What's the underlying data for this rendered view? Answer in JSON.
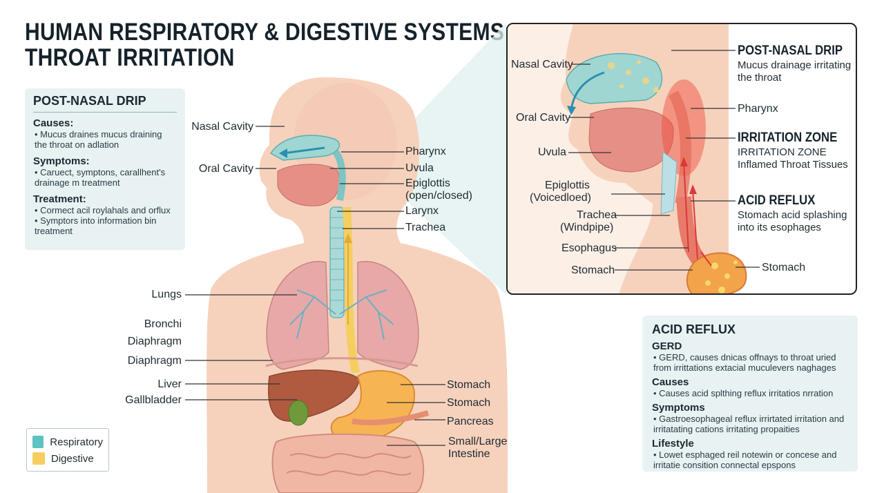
{
  "title": {
    "line1": "HUMAN RESPIRATORY & DIGESTIVE SYSTEMS:",
    "line2": "THROAT IRRITATION"
  },
  "pnd_card": {
    "heading": "POST-NASAL DRIP",
    "causes_label": "Causes:",
    "causes_text": "• Mucus draines mucus draining the throat on adlation",
    "symptoms_label": "Symptoms:",
    "symptoms_text": "• Caruect, symptons, carallhent's drainage m treatment",
    "treatment_label": "Treatment:",
    "treatment_text_1": "• Cormect acil roylahals and orflux",
    "treatment_text_2": "• Symptors into information bin treatment"
  },
  "acid_card": {
    "heading": "ACID REFLUX",
    "gerd_label": "GERD",
    "gerd_text": "• GERD, causes dnicas offnays to throat uried from irrittations extacial muculevers naghages",
    "causes_label": "Causes",
    "causes_text": "• Causes acid splthing reflux irritatios nrration",
    "symptoms_label": "Symptoms",
    "symptoms_text": "• Gastroesophageal reflux irrirtated irritation and irritatating cations irritating propaities",
    "lifestyle_label": "Lifestyle",
    "lifestyle_text": "• Lowet esphaged reil notewin or concese and irritatie consition connectal epspons"
  },
  "legend": {
    "items": [
      {
        "label": "Respiratory",
        "color": "#5ec3c2"
      },
      {
        "label": "Digestive",
        "color": "#f4cf60"
      }
    ]
  },
  "body_labels": {
    "nasal_cavity": "Nasal Cavity",
    "oral_cavity": "Oral Cavity",
    "pharynx": "Pharynx",
    "uvula": "Uvula",
    "epiglottis_1": "Epiglottis",
    "epiglottis_2": "(open/closed)",
    "larynx": "Larynx",
    "trachea": "Trachea",
    "lungs": "Lungs",
    "bronchi": "Bronchi",
    "diaphragm_1": "Diaphragm",
    "diaphragm_2": "Diaphragm",
    "liver": "Liver",
    "gallbladder": "Gallbladder",
    "stomach_1": "Stomach",
    "stomach_2": "Stomach",
    "pancreas": "Pancreas",
    "intestine_1": "Small/Large",
    "intestine_2": "Intestine"
  },
  "inset": {
    "nasal_cavity": "Nasal Cavity",
    "oral_cavity": "Oral Cavity",
    "uvula": "Uvula",
    "epiglottis_1": "Epiglottis",
    "epiglottis_2": "(Voicedloed)",
    "trachea_1": "Trachea",
    "trachea_2": "(Windpipe)",
    "esophagus": "Esophagus",
    "stomach_left": "Stomach",
    "pnd_heading": "POST-NASAL DRIP",
    "pnd_text_1": "Mucus drainage irritating",
    "pnd_text_2": "the throat",
    "pharynx": "Pharynx",
    "irritation_heading": "IRRITATION ZONE",
    "irritation_text_1": "IRRITATION ZONE",
    "irritation_text_2": "Inflamed Throat Tissues",
    "acid_heading": "ACID REFLUX",
    "acid_text_1": "Stomach acid splashing",
    "acid_text_2": "into its esophages",
    "stomach_right": "Stomach"
  }
}
